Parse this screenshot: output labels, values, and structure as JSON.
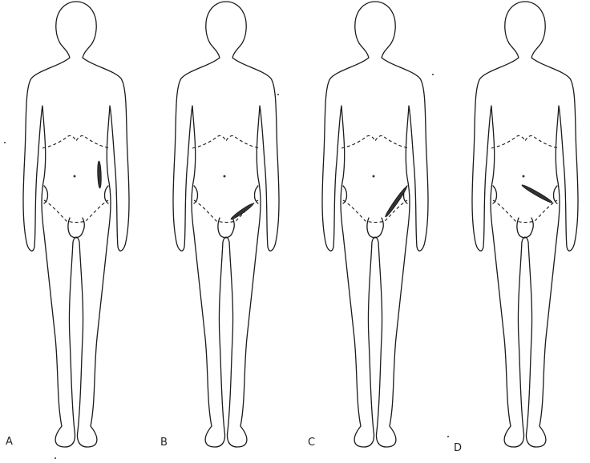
{
  "figure": {
    "panels": [
      {
        "label": "A",
        "incision_icon": "lower-abdominal-vertical-incision"
      },
      {
        "label": "B",
        "incision_icon": "inguinal-oblique-incision"
      },
      {
        "label": "C",
        "incision_icon": "iliac-oblique-incision"
      },
      {
        "label": "D",
        "incision_icon": "flank-oblique-incision"
      }
    ],
    "line_color": "#1a1a1a",
    "background": "#ffffff"
  }
}
